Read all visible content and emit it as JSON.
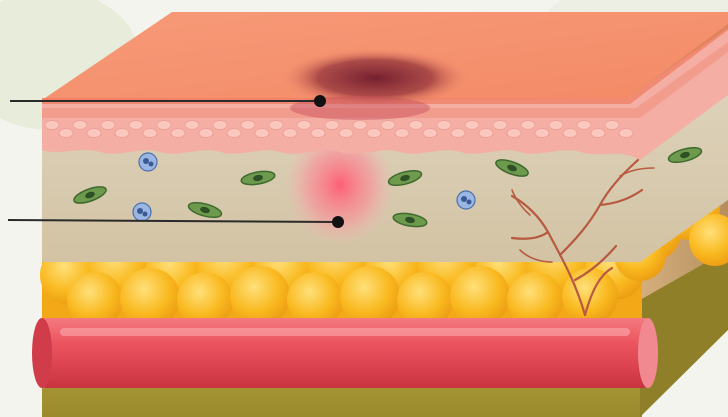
{
  "figure": {
    "background_color": "#f4f4ee",
    "has_text": false
  },
  "skin_block": {
    "top_surface_color": "#f48e6f",
    "bruise_color": "#7a2233",
    "epidermis_color": "#f4a9a0",
    "dermis_color": "#d9ccb2",
    "inflammation_color": "#ff6a7e",
    "fat_color": "#f7b21e",
    "blood_vessel_color": "#e84654",
    "capillary_color": "#b85a40",
    "base_layer_color": "#b4a33f",
    "right_side_color": "#c9a26e"
  },
  "cells": {
    "fibroblast_color": "#4f7a3d",
    "immune_cell_color": "#5a86c6"
  },
  "label_pointers": [
    {
      "id": "pointer-upper",
      "target": "bruise-in-epidermis",
      "label": ""
    },
    {
      "id": "pointer-lower",
      "target": "inflamed-dermis",
      "label": ""
    }
  ]
}
